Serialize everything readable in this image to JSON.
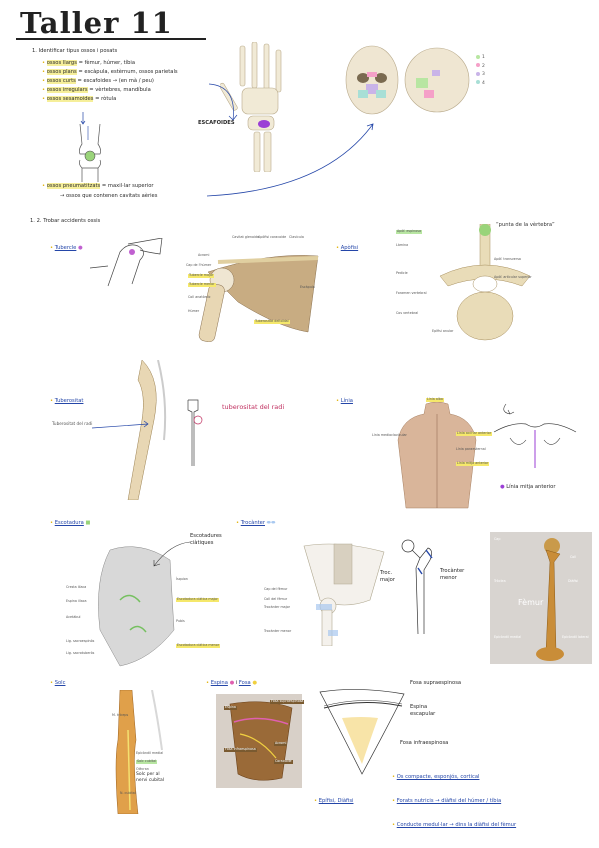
{
  "title": "Taller 11",
  "s1": {
    "heading": "1. Identificar tipus ossos i posats",
    "items": [
      {
        "name": "ossos llargs",
        "text": "= fèmur, húmer, tíbia"
      },
      {
        "name": "ossos plans",
        "text": "= escàpula, estèrnum, ossos parietals"
      },
      {
        "name": "ossos curts",
        "text": "= escafoides → (en mà / peu)"
      },
      {
        "name": "ossos irregulars",
        "text": "= vèrtebres, mandíbula"
      },
      {
        "name": "ossos sesamoides",
        "text": "= ròtula"
      }
    ],
    "pneumatic_name": "ossos pneumatitzats",
    "pneumatic_text": "= maxil·lar superior",
    "pneumatic_sub": "→ ossos que contenen cavitats aèries",
    "escafoides_label": "ESCAFOIDES",
    "legend": [
      "1",
      "2",
      "3",
      "4"
    ]
  },
  "s2": {
    "heading": "1. 2. Trobar accidents ossis",
    "tuberole": "Tubercle",
    "apofisi": "Apòfisi",
    "apofisi_note": "“punta de la vèrtebra”",
    "tuberositat": "Tuberositat",
    "tuberositat_label": "Tuberositat del radi",
    "tuberositat_hand": "tuberositat del radi",
    "linia": "Línia",
    "linia_note": "Línia mitja anterior",
    "escotadura": "Escotadura",
    "escotadures_label": "Escotadures ciàtiques",
    "trocanter": "Trocànter",
    "troc_major": "Troc. major",
    "troc_menor": "Trocànter menor",
    "femur_label": "Fèmur",
    "solc": "Solc",
    "espina": "Espina",
    "fosa": "Fosa",
    "fosa_supra": "Fosa supraespinosa",
    "espina_escap": "Espina escapular",
    "fosa_infra": "Fosa infraespinosa",
    "notes": [
      "Os compacte, esponjós, cortical",
      "Forats nutricis → diàfisi del húmer / tíbia",
      "Conducte medul·lar → dins la diàfisi del fèmur"
    ],
    "epifisi": "Epífisi, Diàfisi",
    "solc_label": "Solc per al nervi cubital",
    "scap_labels": [
      "Acromi",
      "Cavitat glenoide",
      "Apòfisi coracoide",
      "Clavícula",
      "Cap de l'húmer",
      "Tubercle major",
      "Tubercle menor",
      "Coll anatòmic",
      "Húmer",
      "Escàpula",
      "Tuberositat deltoïdal"
    ],
    "vert_labels": [
      "Apòf. espinosa",
      "Làmina",
      "Apòf. transversa",
      "Apòf. articular superior",
      "Pedicle",
      "Foramen vertebral",
      "Cos vertebral",
      "Epífisi anular"
    ],
    "pelvis_labels": [
      "Cresta ilíaca",
      "Espina ilíaca",
      "Escotadura ciàtica major",
      "Escotadura ciàtica menor",
      "Ísquion",
      "Pubis",
      "Acetàbul",
      "Lig. sacroespinós",
      "Lig. sacrotuberós"
    ],
    "femur_labels": [
      "Cap del fèmur",
      "Coll del fèmur",
      "Trocànter major",
      "Trocànter menor",
      "Cap",
      "Coll",
      "Diàfisi",
      "Epicòndil medial",
      "Epicòndil lateral",
      "Tròclea"
    ],
    "torso_labels": [
      "Línia alba",
      "Línia medioclavicular",
      "Línia axil·lar anterior",
      "Línia paraesternal",
      "Línia mitja anterior"
    ],
    "arm_labels": [
      "M. tríceps",
      "Epicòndil medial",
      "Solc cubital",
      "Olècran",
      "N. cubital"
    ],
    "scap_photo_labels": [
      "Espina",
      "Fosa supraespinosa",
      "Fosa infraespinosa",
      "Acromi",
      "Coracoide"
    ]
  },
  "colors": {
    "ink": "#222222",
    "blue": "#2446a8",
    "highlight_yellow": "#f6ef9a",
    "highlight_green": "#cdeeb1",
    "purple": "#8a2be2",
    "bone": "#e9dcb8",
    "bone_dark": "#c9a86a"
  }
}
